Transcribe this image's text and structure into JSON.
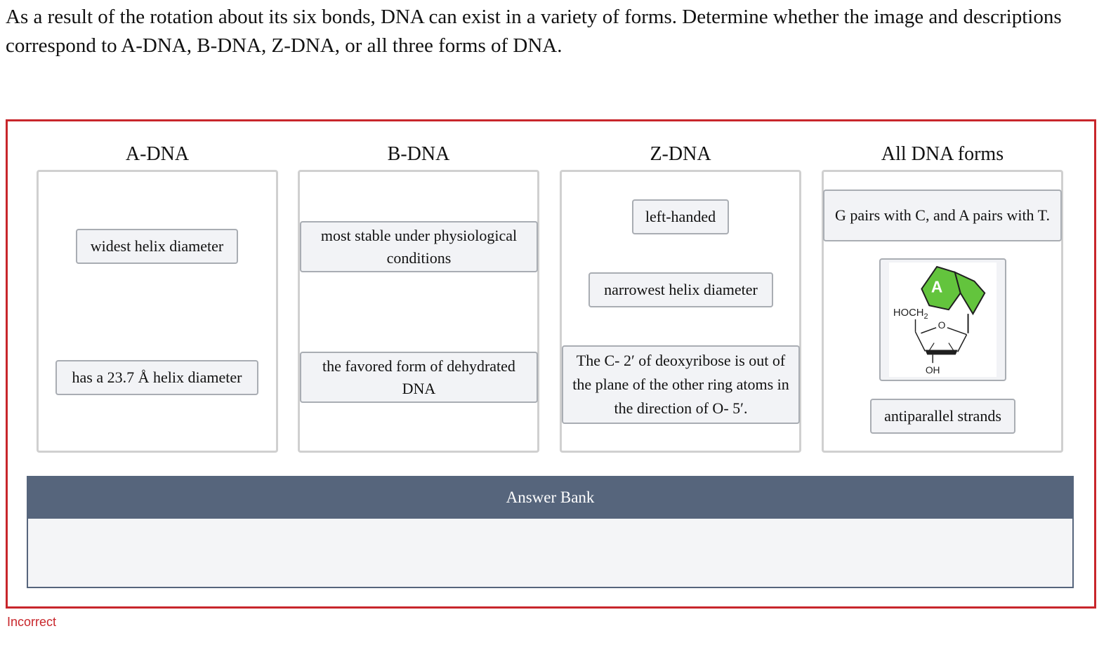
{
  "question": "As a result of the rotation about its six bonds, DNA can exist in a variety of forms. Determine whether the image and descriptions correspond to A-DNA, B-DNA, Z-DNA, or all three forms of DNA.",
  "bins": [
    {
      "title": "A-DNA",
      "cards": [
        "widest helix diameter",
        "has a 23.7 Å helix diameter"
      ]
    },
    {
      "title": "B-DNA",
      "cards": [
        "most stable under physiological conditions",
        "the favored form of dehydrated DNA"
      ]
    },
    {
      "title": "Z-DNA",
      "cards": [
        "left-handed",
        "narrowest helix diameter",
        "The C- 2′ of deoxyribose is out of the plane of the other ring atoms in the direction of O- 5′."
      ]
    },
    {
      "title": "All DNA forms",
      "cards": [
        "G pairs with C, and A pairs with T.",
        "antiparallel strands"
      ],
      "image_card": {
        "icon": "deoxyadenosine-structure-icon",
        "base_label": "A",
        "group_label": "HOCH",
        "group_subscript": "2",
        "ring_oxygen": "O",
        "hydroxyl_label": "OH",
        "base_color": "#63c43d"
      }
    }
  ],
  "answer_bank": {
    "title": "Answer Bank"
  },
  "status": "Incorrect",
  "colors": {
    "error": "#c8262b",
    "bank_header": "#56657c",
    "card_bg": "#f2f3f6",
    "card_border": "#a9adb3"
  }
}
